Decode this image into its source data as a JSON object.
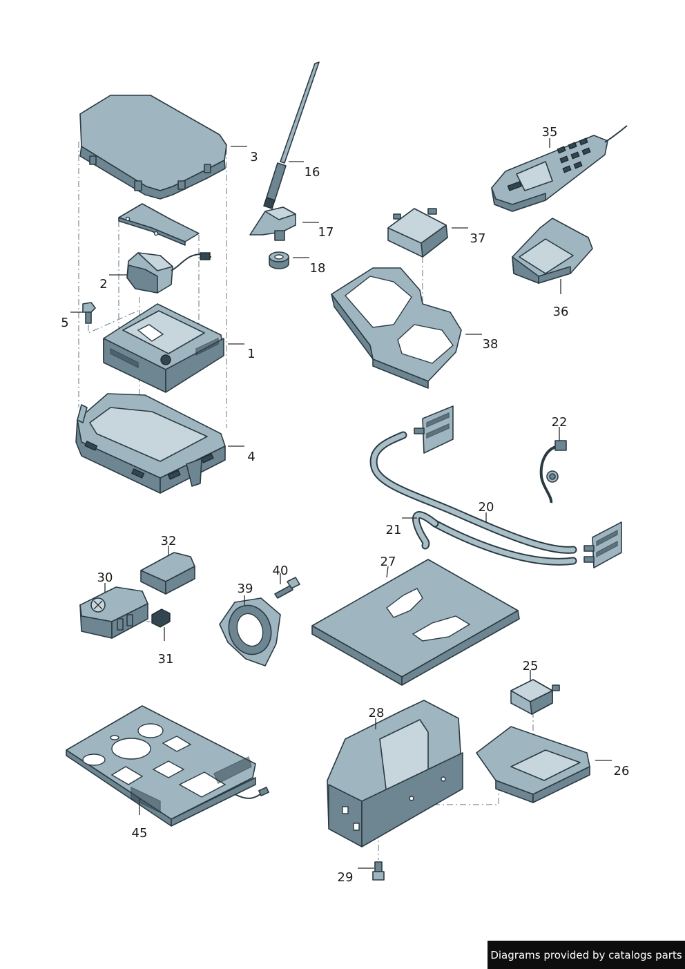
{
  "callouts": {
    "p1": "1",
    "p2": "2",
    "p3": "3",
    "p4": "4",
    "p5": "5",
    "p16": "16",
    "p17": "17",
    "p18": "18",
    "p20": "20",
    "p21": "21",
    "p22": "22",
    "p25": "25",
    "p26": "26",
    "p27": "27",
    "p28": "28",
    "p29": "29",
    "p30": "30",
    "p31": "31",
    "p32": "32",
    "p35": "35",
    "p36": "36",
    "p37": "37",
    "p38": "38",
    "p39": "39",
    "p40": "40",
    "p45": "45"
  },
  "credit": "Diagrams provided by catalogs parts",
  "colors": {
    "part_fill": "#9fb6c0",
    "part_light": "#c7d6dc",
    "part_dark": "#6d8691",
    "outline": "#2b3a42"
  }
}
